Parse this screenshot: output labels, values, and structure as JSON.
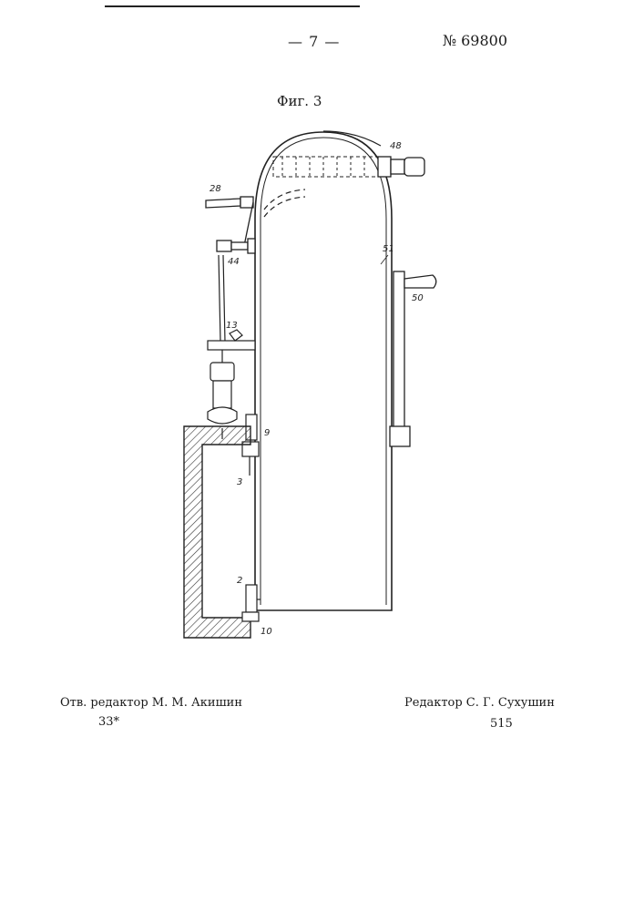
{
  "header": {
    "page_number": "— 7 —",
    "patent_number": "№ 69800"
  },
  "figure": {
    "caption": "Фиг. 3",
    "labels": {
      "l48": "48",
      "l28": "28",
      "l44": "44",
      "l51": "51",
      "l50": "50",
      "l13": "13",
      "l9": "9",
      "l3": "3",
      "l2": "2",
      "l10": "10"
    }
  },
  "footer": {
    "editor_left": "Отв. редактор М. М. Акишин",
    "sheet_code": "33*",
    "editor_right": "Редактор С. Г. Сухушин",
    "order_number": "515"
  }
}
